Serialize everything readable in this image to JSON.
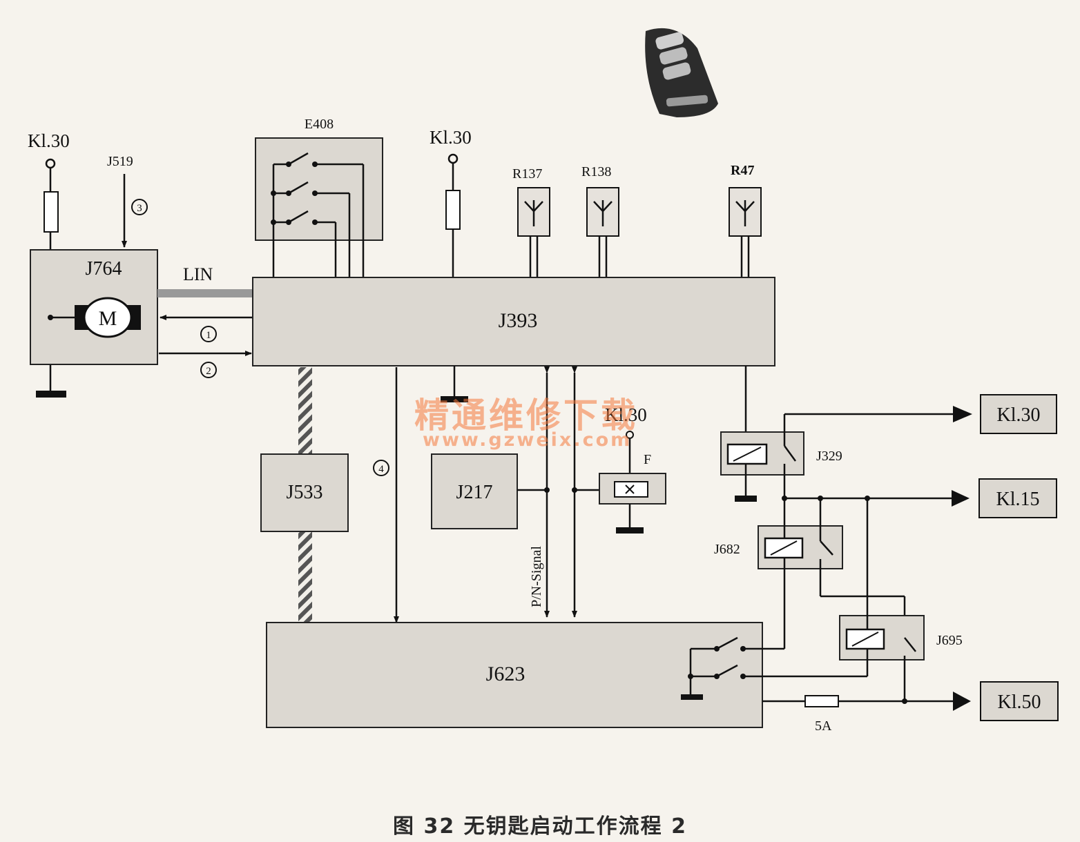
{
  "caption": "图 32   无钥匙启动工作流程 2",
  "watermark": {
    "line1": "精通维修下载",
    "line2": "www.gzweix.com"
  },
  "components": {
    "j764": "J764",
    "j393": "J393",
    "j533": "J533",
    "j217": "J217",
    "j623": "J623",
    "e408": "E408",
    "j519": "J519",
    "r137": "R137",
    "r138": "R138",
    "r47": "R47",
    "j329": "J329",
    "j682": "J682",
    "j695": "J695",
    "f": "F",
    "motor": "M"
  },
  "terminals": {
    "kl30_left": "Kl.30",
    "kl30_mid": "Kl.30",
    "kl30_f": "Kl.30",
    "kl30_right": "Kl.30",
    "kl15": "Kl.15",
    "kl50": "Kl.50"
  },
  "labels": {
    "lin": "LIN",
    "pn_signal": "P/N-Signal",
    "fuse_5a": "5A"
  },
  "markers": {
    "m1": "1",
    "m2": "2",
    "m3": "3",
    "m4": "4"
  }
}
